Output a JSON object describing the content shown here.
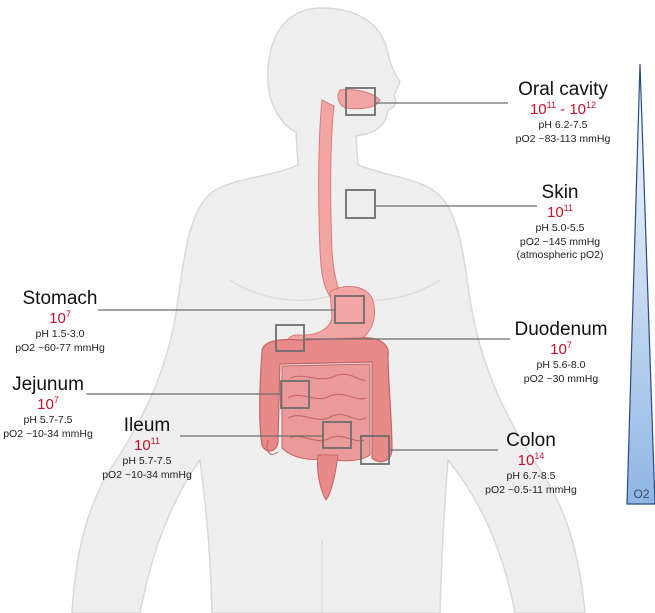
{
  "regions": {
    "oral": {
      "name": "Oral cavity",
      "count_base": "10",
      "count_exp": "11",
      "count_sep": " - ",
      "count_base2": "10",
      "count_exp2": "12",
      "ph": "pH 6.2-7.5",
      "po2": "pO2 ~83-113 mmHg"
    },
    "skin": {
      "name": "Skin",
      "count_base": "10",
      "count_exp": "11",
      "ph": "pH 5.0-5.5",
      "po2": "pO2 ~145 mmHg",
      "extra": "(atmospheric pO2)"
    },
    "stomach": {
      "name": "Stomach",
      "count_base": "10",
      "count_exp": "7",
      "ph": "pH 1.5-3.0",
      "po2": "pO2 ~60-77 mmHg"
    },
    "duodenum": {
      "name": "Duodenum",
      "count_base": "10",
      "count_exp": "7",
      "ph": "pH 5.6-8.0",
      "po2": "pO2 ~30 mmHg"
    },
    "jejunum": {
      "name": "Jejunum",
      "count_base": "10",
      "count_exp": "7",
      "ph": "pH 5.7-7.5",
      "po2": "pO2 ~10-34 mmHg"
    },
    "ileum": {
      "name": "Ileum",
      "count_base": "10",
      "count_exp": "11",
      "ph": "pH 5.7-7.5",
      "po2": "pO2 ~10-34 mmHg"
    },
    "colon": {
      "name": "Colon",
      "count_base": "10",
      "count_exp": "14",
      "ph": "pH 6.7-8.5",
      "po2": "pO2 ~0.5-11 mmHg"
    }
  },
  "gradient_label": "O2",
  "colors": {
    "body_fill": "#efefef",
    "body_stroke": "#d9d9d9",
    "gut_fill": "#f2a5a2",
    "gut_stroke": "#d77c7c",
    "intestine_fill": "#e8898a",
    "count_red": "#c8102e",
    "o2_fill_top": "#ffffff",
    "o2_fill_bottom": "#8fb6e4"
  }
}
